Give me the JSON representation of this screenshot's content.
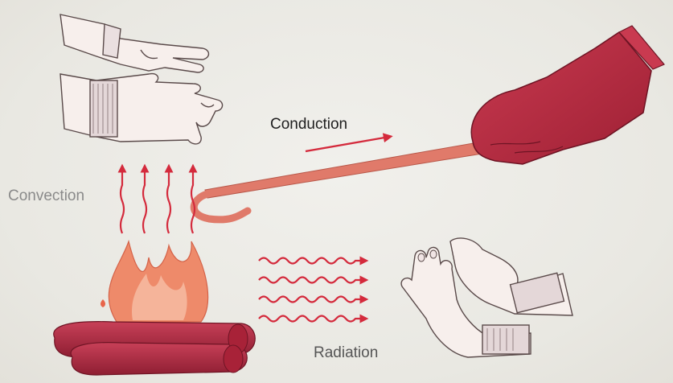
{
  "labels": {
    "conduction": "Conduction",
    "convection": "Convection",
    "radiation": "Radiation"
  },
  "colors": {
    "background": "#ecebe6",
    "arrow_red": "#d42a3c",
    "glove": "#b8283e",
    "rod": "#e07a6a",
    "skin_outline": "#5a4a4a",
    "flame": "#ee8a6a",
    "log": "#b52a40"
  },
  "icons": [
    "hands-above-icon",
    "gloved-hand-icon",
    "hot-rod-icon",
    "fire-icon",
    "warming-hands-icon",
    "convection-arrows-icon",
    "radiation-waves-icon",
    "conduction-arrow-icon"
  ]
}
